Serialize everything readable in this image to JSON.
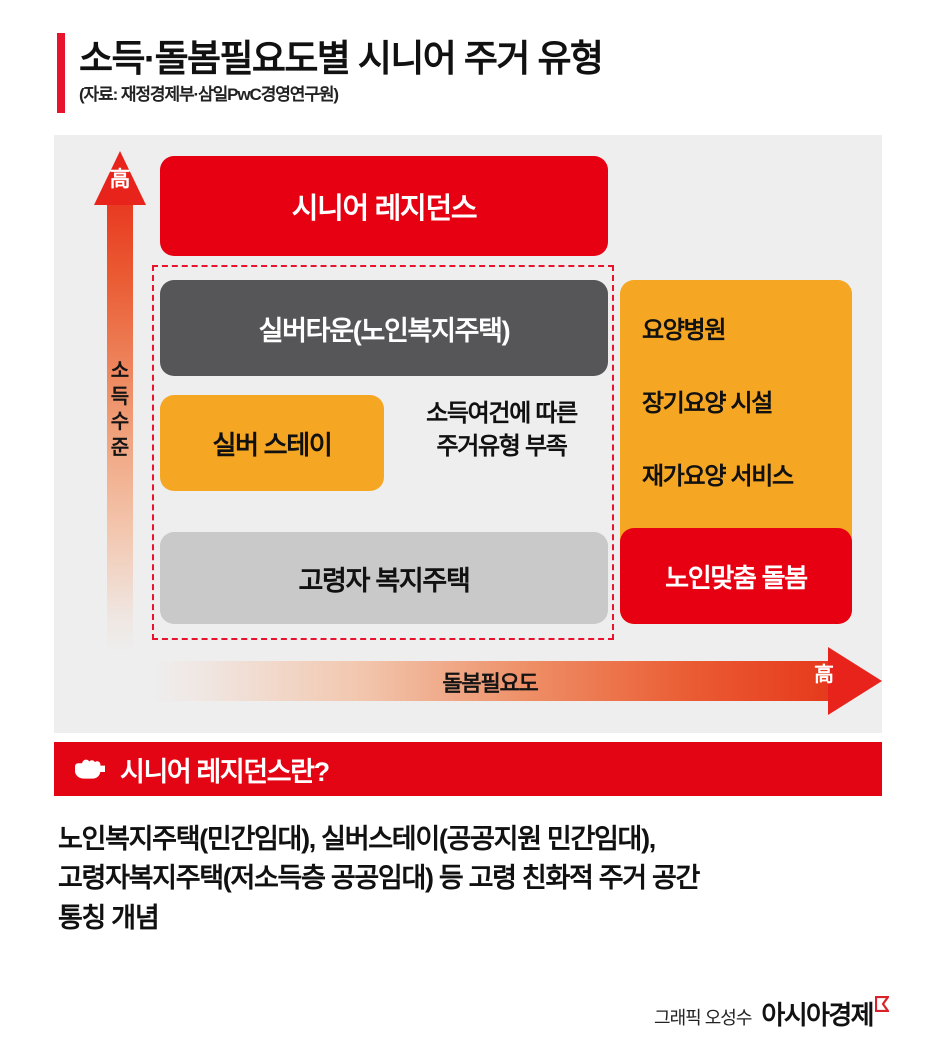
{
  "header": {
    "title": "소득·돌봄필요도별 시니어 주거 유형",
    "source": "(자료: 재정경제부·삼일PwC경영연구원)",
    "accent_color": "#e8142d"
  },
  "chart_data": {
    "type": "diagram",
    "title": "소득·돌봄필요도별 시니어 주거 유형",
    "xlabel": "돌봄필요도",
    "ylabel": "소득 수준",
    "x_axis_end_label": "高",
    "y_axis_end_label": "高",
    "grid": false,
    "legend": "none",
    "categories": [
      "시니어 레지던스",
      "실버타운(노인복지주택)",
      "실버 스테이",
      "고령자 복지주택",
      "요양병원",
      "장기요양 시설",
      "재가요양 서비스",
      "노인맞춤 돌봄"
    ],
    "annotation": "소득여건에 따른 주거유형 부족",
    "items": [
      {
        "label": "시니어 레지던스",
        "income_level": "high",
        "care_need": "low",
        "color": "#e60012",
        "text_color": "#ffffff"
      },
      {
        "label": "실버타운(노인복지주택)",
        "income_level": "mid-high",
        "care_need": "low",
        "color": "#565658",
        "text_color": "#ffffff"
      },
      {
        "label": "실버 스테이",
        "income_level": "mid",
        "care_need": "low",
        "color": "#f5a623",
        "text_color": "#111111"
      },
      {
        "label": "고령자 복지주택",
        "income_level": "low",
        "care_need": "low",
        "color": "#c9c9c9",
        "text_color": "#111111"
      },
      {
        "label": "요양병원",
        "income_level": "mid-high",
        "care_need": "high",
        "color": "#f5a623",
        "text_color": "#111111"
      },
      {
        "label": "장기요양 시설",
        "income_level": "mid",
        "care_need": "high",
        "color": "#f5a623",
        "text_color": "#111111"
      },
      {
        "label": "재가요양 서비스",
        "income_level": "mid-low",
        "care_need": "high",
        "color": "#f5a623",
        "text_color": "#111111"
      },
      {
        "label": "노인맞춤 돌봄",
        "income_level": "low",
        "care_need": "high",
        "color": "#e60012",
        "text_color": "#ffffff"
      }
    ]
  },
  "diagram": {
    "y_axis": {
      "label": "소득 수준",
      "end_label": "高"
    },
    "x_axis": {
      "label": "돌봄필요도",
      "end_label": "高"
    },
    "boxes": {
      "senior_residence": "시니어 레지던스",
      "silvertown": "실버타운(노인복지주택)",
      "silverstay": "실버 스테이",
      "elderly_welfare_housing": "고령자 복지주택",
      "customized_care": "노인맞춤 돌봄"
    },
    "note": {
      "line1": "소득여건에 따른",
      "line2": "주거유형 부족"
    },
    "care_services": [
      "요양병원",
      "장기요양 시설",
      "재가요양 서비스"
    ]
  },
  "banner": {
    "icon": "pointing-hand-icon",
    "title": "시니어 레지던스란?",
    "background_color": "#e30513"
  },
  "body": {
    "line1": "노인복지주택(민간임대), 실버스테이(공공지원 민간임대),",
    "line2": "고령자복지주택(저소득층 공공임대) 등 고령 친화적 주거 공간",
    "line3": "통칭 개념"
  },
  "footer": {
    "credit": "그래픽 오성수",
    "brand": "아시아경제",
    "mark_color": "#d8232a"
  }
}
